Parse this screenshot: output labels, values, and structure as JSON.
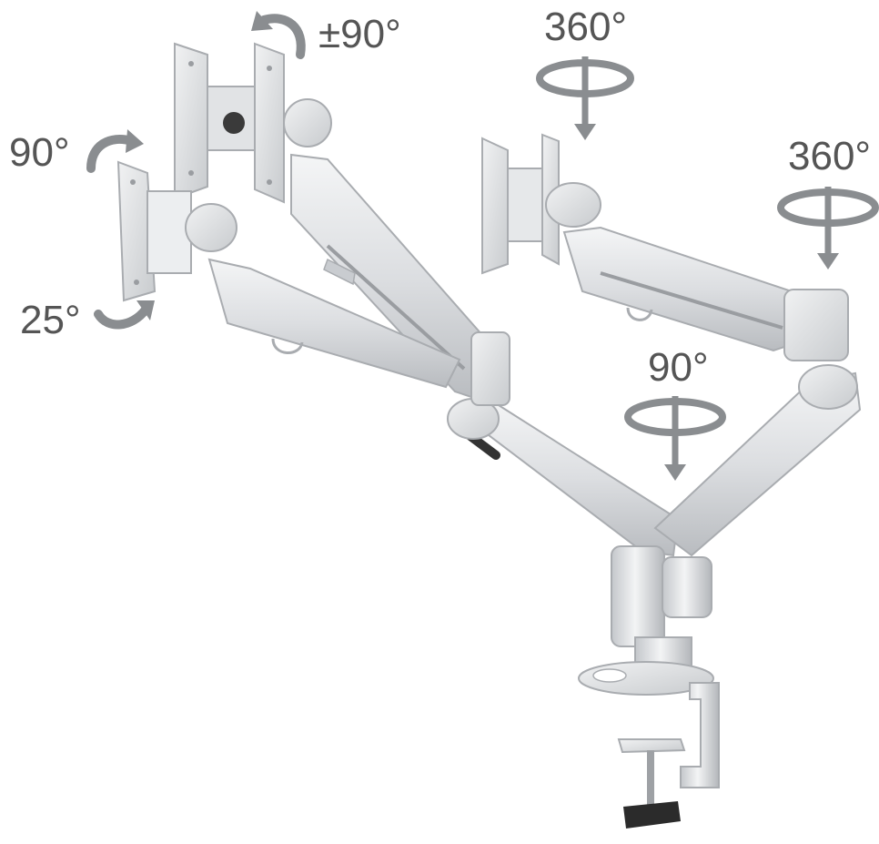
{
  "labels": {
    "tilt_top": "±90°",
    "rotate_left": "90°",
    "tilt_left": "25°",
    "swivel_top": "360°",
    "swivel_right": "360°",
    "swivel_mid": "90°"
  },
  "colors": {
    "arm_light": "#e9eaec",
    "arm_mid": "#cfd1d4",
    "arm_dark": "#a9acb0",
    "arrow": "#8a8d90",
    "text": "#555555",
    "clamp_knob": "#2b2b2b"
  },
  "icons": {
    "rotation_arrow": "curved-arrow-icon",
    "swivel_arrow": "circular-swivel-icon"
  }
}
